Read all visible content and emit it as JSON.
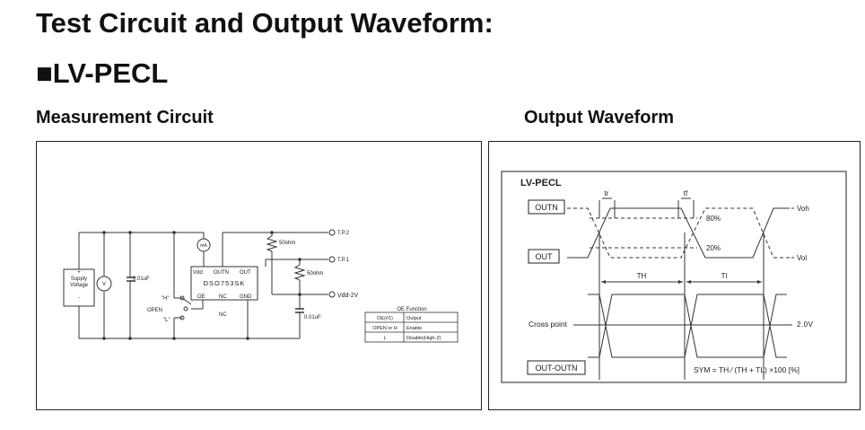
{
  "title": "Test Circuit and Output Waveform:",
  "subtitle": "■LV-PECL",
  "circuit": {
    "heading": "Measurement Circuit",
    "supply_label": [
      "+",
      "Supply",
      "Voltage",
      "-"
    ],
    "cap1_label": "0.01uF",
    "cap2_label": "0.01uF",
    "ma_meter": "mA",
    "v_meter": "V",
    "chip": {
      "pin_vdd": "Vdd",
      "pin_outn": "OUTN",
      "pin_out": "OUT",
      "name": "DSO753SK",
      "pin_oe": "OE",
      "pin_nc1": "NC",
      "pin_gnd": "GND",
      "pin_nc2": "NC"
    },
    "switch_h": "\"H\"",
    "switch_open": "OPEN",
    "switch_l": "\"L\"",
    "r1_label": "50ohm",
    "r2_label": "50ohm",
    "tp2": "T.P.2",
    "tp1": "T.P.1",
    "vdd_minus": "Vdd-2V",
    "oe_table": {
      "title": "OE Function",
      "rows": [
        [
          "OE(#1)",
          "Output"
        ],
        [
          "OPEN or H",
          "Enable"
        ],
        [
          "L",
          "Disable(High-Z)"
        ]
      ]
    }
  },
  "waveform": {
    "heading": "Output Waveform",
    "label": "LV-PECL",
    "outn": "OUTN",
    "out": "OUT",
    "tr": "tr",
    "tf": "tf",
    "p80": "80%",
    "p20": "20%",
    "voh": "Voh",
    "vol": "Vol",
    "th": "TH",
    "tl": "Tl",
    "cross": "Cross point",
    "v20": "2.0V",
    "diff": "OUT-OUTN",
    "sym": "SYM = TH ∕ (TH + TL) ×100 [%]"
  }
}
